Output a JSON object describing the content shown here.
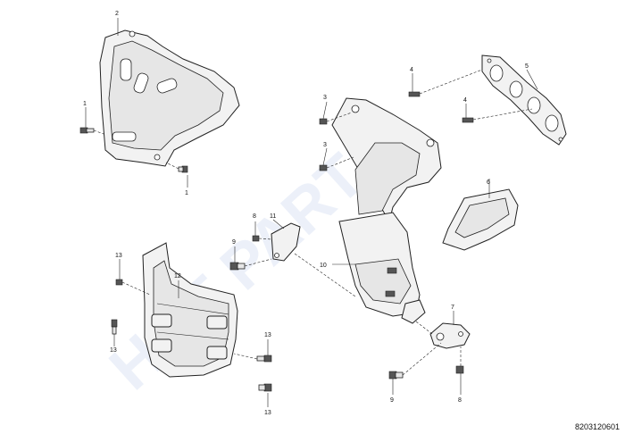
{
  "watermark": "HOT PARTS",
  "drawing_code": "8203120601",
  "callouts": {
    "c1a": "1",
    "c1b": "1",
    "c2": "2",
    "c3a": "3",
    "c3b": "3",
    "c4a": "4",
    "c4b": "4",
    "c5": "5",
    "c6": "6",
    "c7": "7",
    "c8a": "8",
    "c8b": "8",
    "c9a": "9",
    "c9b": "9",
    "c10": "10",
    "c11": "11",
    "c12": "12",
    "c13a": "13",
    "c13b": "13",
    "c13c": "13",
    "c13d": "13"
  }
}
